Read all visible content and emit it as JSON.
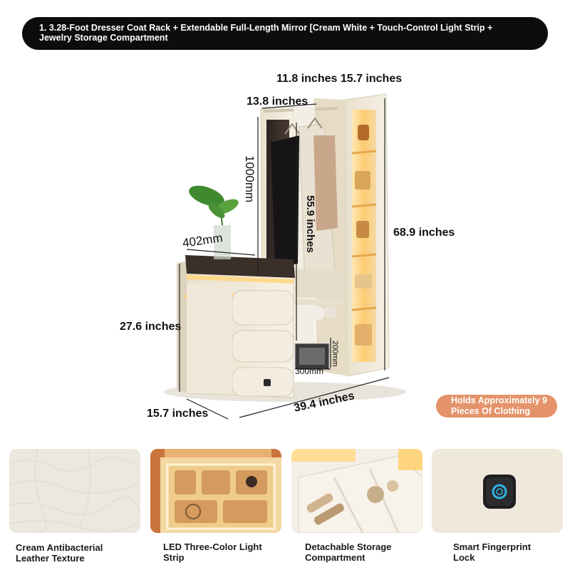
{
  "header": {
    "title": "1. 3.28-Foot Dresser Coat Rack + Extendable Full-Length Mirror [Cream White + Touch-Control Light Strip + Jewelry Storage Compartment"
  },
  "dimensions": {
    "top_depth_width": "11.8 inches 15.7 inches",
    "rod_width": "13.8 inches",
    "mirror_height": "1000mm",
    "hanging_height": "55.9 inches",
    "total_height": "68.9 inches",
    "drawer_top_width": "402mm",
    "dresser_height": "27.6 inches",
    "base_depth": "15.7 inches",
    "total_width": "39.4 inches",
    "box_height": "200mm",
    "box_width": "300mm"
  },
  "badge": {
    "text": "Holds Approximately 9 Pieces Of Clothing"
  },
  "features": [
    {
      "label": "Cream Antibacterial Leather Texture",
      "icon": "leather-texture-icon"
    },
    {
      "label": "LED Three-Color Light Strip",
      "icon": "led-light-icon"
    },
    {
      "label": "Detachable Storage Compartment",
      "icon": "storage-tray-icon"
    },
    {
      "label": "Smart Fingerprint Lock",
      "icon": "fingerprint-lock-icon"
    }
  ],
  "colors": {
    "cream": "#efe7d6",
    "warm_light": "#ffcf7a",
    "badge": "#e4936a",
    "title_bg": "#0d0d0d"
  }
}
